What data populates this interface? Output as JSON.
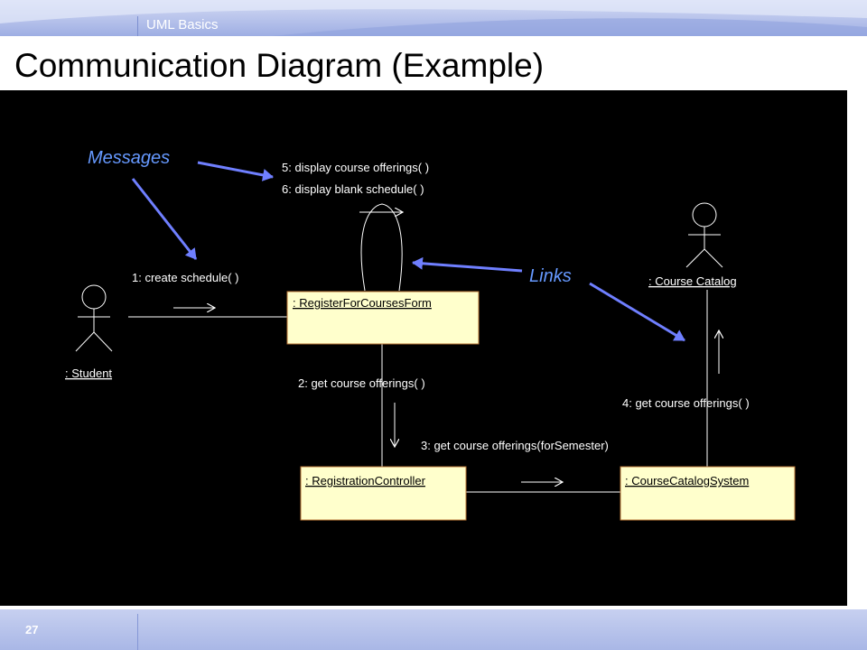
{
  "header": {
    "section_label": "UML Basics"
  },
  "title": "Communication Diagram (Example)",
  "footer": {
    "page_number": "27"
  },
  "diagram": {
    "actors": {
      "student": ": Student",
      "course_catalog": ": Course Catalog"
    },
    "objects": {
      "register_form": ": RegisterForCoursesForm",
      "registration_controller": ": RegistrationController",
      "catalog_system": ": CourseCatalogSystem"
    },
    "messages": {
      "m1": "1: create schedule( )",
      "m2": "2: get course offerings( )",
      "m3": "3: get course offerings(forSemester)",
      "m4": "4: get course offerings( )",
      "m5": "5: display course offerings( )",
      "m6": "6: display blank schedule( )"
    },
    "callouts": {
      "messages": "Messages",
      "links": "Links"
    },
    "colors": {
      "object_fill": "#ffffcc",
      "object_border": "#b87333",
      "callout": "#6699ff",
      "background": "#000000"
    }
  }
}
